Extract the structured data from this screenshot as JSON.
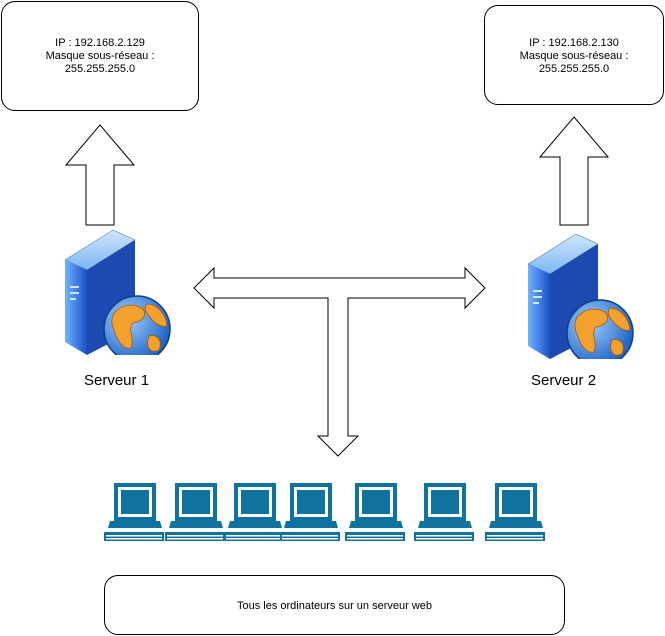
{
  "server_1": {
    "name": "Serveur 1",
    "ip": "IP : 192.168.2.129",
    "mask_label": "Masque sous-réseau :",
    "mask_value": "255.255.255.0"
  },
  "server_2": {
    "name": "Serveur 2",
    "ip": "IP : 192.168.2.130",
    "mask_label": "Masque sous-réseau :",
    "mask_value": "255.255.255.0"
  },
  "clients": {
    "count": 7,
    "caption": "Tous les ordinateurs sur un serveur web"
  },
  "colors": {
    "workstation": "#10739e",
    "server_front": "#1a5bd6",
    "globe_ocean": "#3a8be0",
    "globe_land": "#f2a12e",
    "stroke": "#000000"
  },
  "icons": {
    "server": "web-server-icon",
    "workstation": "workstation-icon"
  }
}
